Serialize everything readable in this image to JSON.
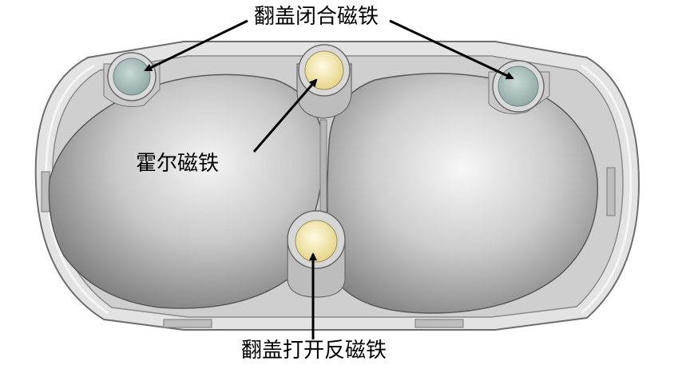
{
  "labels": {
    "cover_close_magnet": "翻盖闭合磁铁",
    "hall_magnet": "霍尔磁铁",
    "cover_open_magnet": "翻盖打开反磁铁"
  },
  "colors": {
    "shell": "#8c8c8c",
    "shell_highlight": "#f2f2f2",
    "frame": "#dcdcdc",
    "frame_edge": "#6e6e6e",
    "hall_magnet": "#f3e7a4",
    "close_magnet": "#a9bdbb",
    "arrow": "#000000"
  }
}
